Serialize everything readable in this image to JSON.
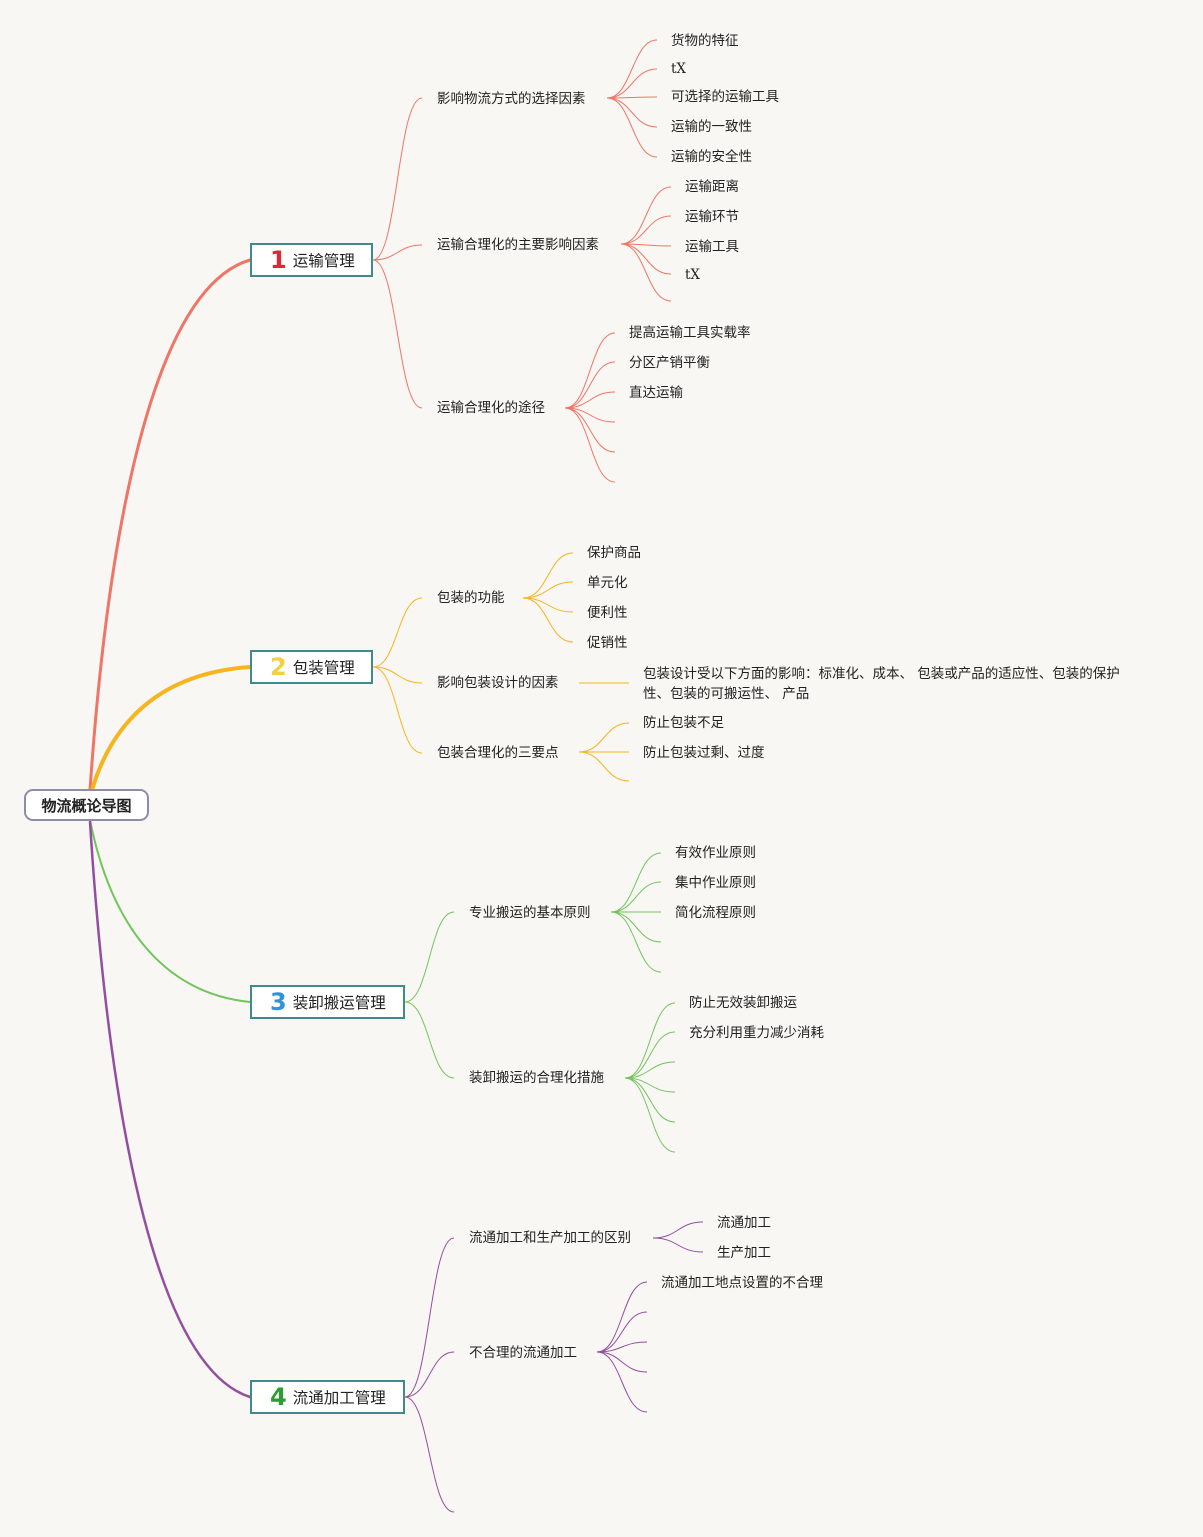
{
  "root": {
    "label": "物流概论导图"
  },
  "colors": {
    "branch1": "#ef7566",
    "branch2": "#f6b41e",
    "branch3": "#72c55e",
    "branch4": "#944ea0",
    "num1": "#e32636",
    "num2": "#f4d03f",
    "num3": "#2f95d8",
    "num4": "#2e9b34",
    "box_border": "#3f8b8b"
  },
  "branches": [
    {
      "num": "1",
      "label": "运输管理",
      "children": [
        {
          "label": "影响物流方式的选择因素",
          "children": [
            "货物的特征",
            "tX",
            "可选择的运输工具",
            "运输的一致性",
            "运输的安全性"
          ]
        },
        {
          "label": "运输合理化的主要影响因素",
          "children": [
            "运输距离",
            "运输环节",
            "运输工具",
            "tX"
          ]
        },
        {
          "label": "运输合理化的途径",
          "children": [
            "提高运输工具实载率",
            "分区产销平衡",
            "直达运输"
          ]
        }
      ]
    },
    {
      "num": "2",
      "label": "包装管理",
      "children": [
        {
          "label": "包装的功能",
          "children": [
            "保护商品",
            "单元化",
            "便利性",
            "促销性"
          ]
        },
        {
          "label": "影响包装设计的因素",
          "children": [
            "包装设计受以下方面的影响：标准化、成本、 包装或产品的适应性、包装的保护性、包装的可搬运性、 产品"
          ]
        },
        {
          "label": "包装合理化的三要点",
          "children": [
            "防止包装不足",
            "防止包装过剩、过度"
          ]
        }
      ]
    },
    {
      "num": "3",
      "label": "装卸搬运管理",
      "children": [
        {
          "label": "专业搬运的基本原则",
          "children": [
            "有效作业原则",
            "集中作业原则",
            "简化流程原则"
          ]
        },
        {
          "label": "装卸搬运的合理化措施",
          "children": [
            "防止无效装卸搬运",
            "充分利用重力减少消耗"
          ]
        }
      ]
    },
    {
      "num": "4",
      "label": "流通加工管理",
      "children": [
        {
          "label": "流通加工和生产加工的区别",
          "children": [
            "流通加工",
            "生产加工"
          ]
        },
        {
          "label": "不合理的流通加工",
          "children": [
            "流通加工地点设置的不合理"
          ]
        }
      ]
    }
  ]
}
